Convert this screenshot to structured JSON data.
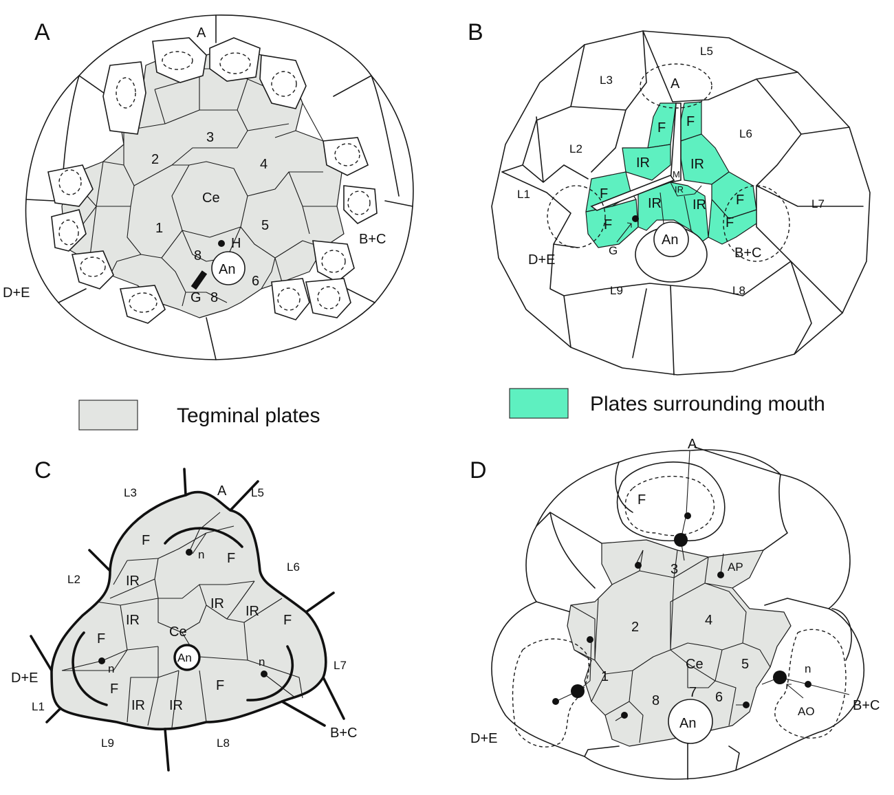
{
  "panels": {
    "A": {
      "letter": "A",
      "ambulacra": {
        "top": "A",
        "right": "B+C",
        "left": "D+E"
      },
      "plates": {
        "p1": "1",
        "p2": "2",
        "p3": "3",
        "p4": "4",
        "p5": "5",
        "p6": "6",
        "p8a": "8",
        "p8b": "8",
        "center": "Ce",
        "anus": "An",
        "gonopore": "G",
        "hydropore": "H"
      }
    },
    "B": {
      "letter": "B",
      "ambulacra": {
        "top": "A",
        "right": "B+C",
        "left": "D+E"
      },
      "laterals": {
        "L1": "L1",
        "L2": "L2",
        "L3": "L3",
        "L5": "L5",
        "L6": "L6",
        "L7": "L7",
        "L8": "L8",
        "L9": "L9"
      },
      "plates": {
        "F": "F",
        "IR": "IR",
        "mouth": "M",
        "anus": "An",
        "gonopore": "G"
      }
    },
    "C": {
      "letter": "C",
      "ambulacra": {
        "top": "A",
        "right": "B+C",
        "left": "D+E"
      },
      "laterals": {
        "L1": "L1",
        "L2": "L2",
        "L3": "L3",
        "L5": "L5",
        "L6": "L6",
        "L7": "L7",
        "L8": "L8",
        "L9": "L9"
      },
      "plates": {
        "F": "F",
        "IR": "IR",
        "center": "Ce",
        "anus": "An",
        "nerve": "n"
      }
    },
    "D": {
      "letter": "D",
      "ambulacra": {
        "top": "A",
        "right": "B+C",
        "left": "D+E"
      },
      "plates": {
        "p1": "1",
        "p2": "2",
        "p3": "3",
        "p4": "4",
        "p5": "5",
        "p6": "6",
        "p7": "7",
        "p8": "8",
        "center": "Ce",
        "anus": "An",
        "F": "F",
        "AP": "AP",
        "AO": "AO",
        "nerve": "n"
      }
    }
  },
  "legend": [
    {
      "label": "Tegminal plates",
      "color": "#e3e5e2"
    },
    {
      "label": "Plates surrounding mouth",
      "color": "#5ef0c0"
    }
  ]
}
